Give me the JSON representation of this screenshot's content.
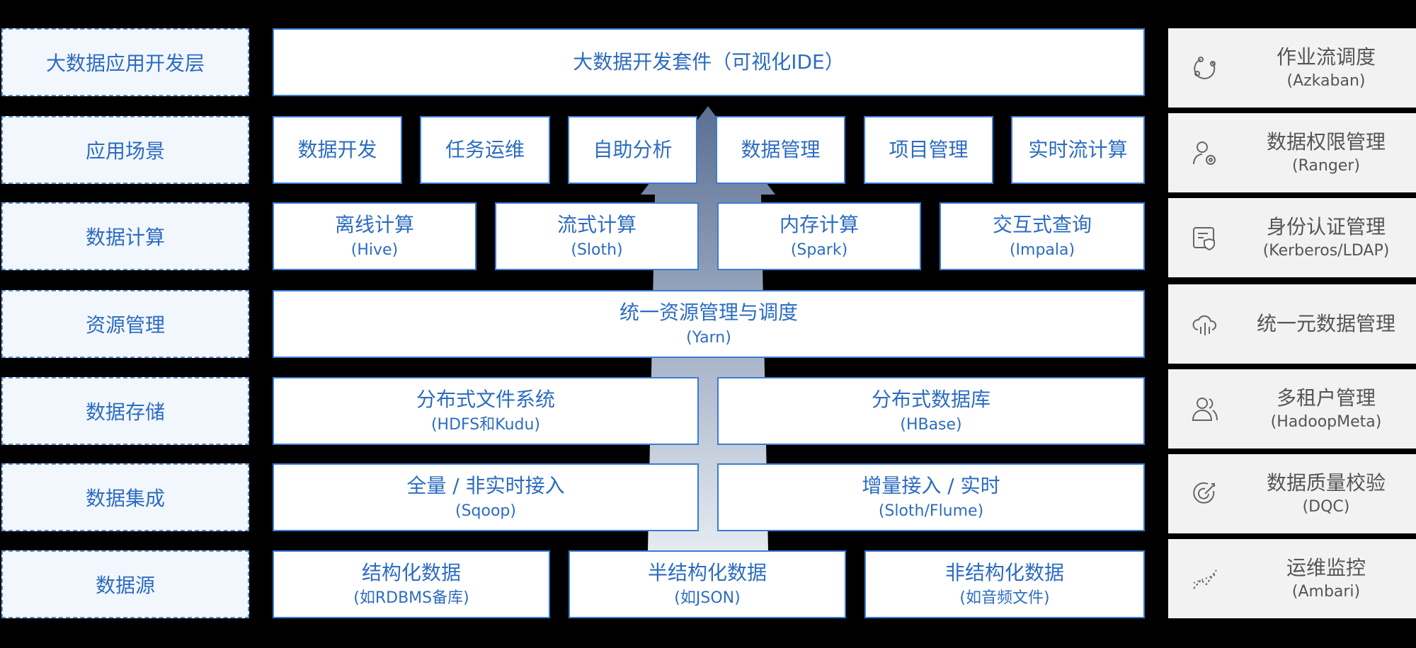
{
  "layers": [
    "大数据应用开发层",
    "应用场景",
    "数据计算",
    "资源管理",
    "数据存储",
    "数据集成",
    "数据源"
  ],
  "ide": {
    "title": "大数据开发套件（可视化IDE）"
  },
  "scenarios": [
    "数据开发",
    "任务运维",
    "自助分析",
    "数据管理",
    "项目管理",
    "实时流计算"
  ],
  "compute": [
    {
      "title": "离线计算",
      "sub": "(Hive)"
    },
    {
      "title": "流式计算",
      "sub": "(Sloth)"
    },
    {
      "title": "内存计算",
      "sub": "(Spark)"
    },
    {
      "title": "交互式查询",
      "sub": "(Impala)"
    }
  ],
  "resource": {
    "title": "统一资源管理与调度",
    "sub": "(Yarn)"
  },
  "storage": [
    {
      "title": "分布式文件系统",
      "sub": "(HDFS和Kudu)"
    },
    {
      "title": "分布式数据库",
      "sub": "(HBase)"
    }
  ],
  "integration": [
    {
      "title": "全量 / 非实时接入",
      "sub": "(Sqoop)"
    },
    {
      "title": "增量接入 / 实时",
      "sub": "(Sloth/Flume)"
    }
  ],
  "sources": [
    {
      "title": "结构化数据",
      "sub": "(如RDBMS备库)"
    },
    {
      "title": "半结构化数据",
      "sub": "(如JSON)"
    },
    {
      "title": "非结构化数据",
      "sub": "(如音频文件)"
    }
  ],
  "sidebar": [
    {
      "title": "作业流调度",
      "sub": "(Azkaban)",
      "icon": "workflow-icon"
    },
    {
      "title": "数据权限管理",
      "sub": "(Ranger)",
      "icon": "user-permission-icon"
    },
    {
      "title": "身份认证管理",
      "sub": "(Kerberos/LDAP)",
      "icon": "identity-shield-icon"
    },
    {
      "title": "统一元数据管理",
      "sub": "",
      "icon": "metadata-cloud-icon"
    },
    {
      "title": "多租户管理",
      "sub": "(HadoopMeta)",
      "icon": "multi-user-icon"
    },
    {
      "title": "数据质量校验",
      "sub": "(DQC)",
      "icon": "quality-target-icon"
    },
    {
      "title": "运维监控",
      "sub": "(Ambari)",
      "icon": "monitor-chart-icon"
    }
  ],
  "colors": {
    "box_border": "#3a7bd5",
    "box_text": "#2d6cc0",
    "layer_bg": "#f2f7fd",
    "side_bg": "#f2f2f2",
    "side_text": "#555555",
    "arrow_top": "#5a6f93",
    "arrow_bottom": "#e6ebf2"
  }
}
